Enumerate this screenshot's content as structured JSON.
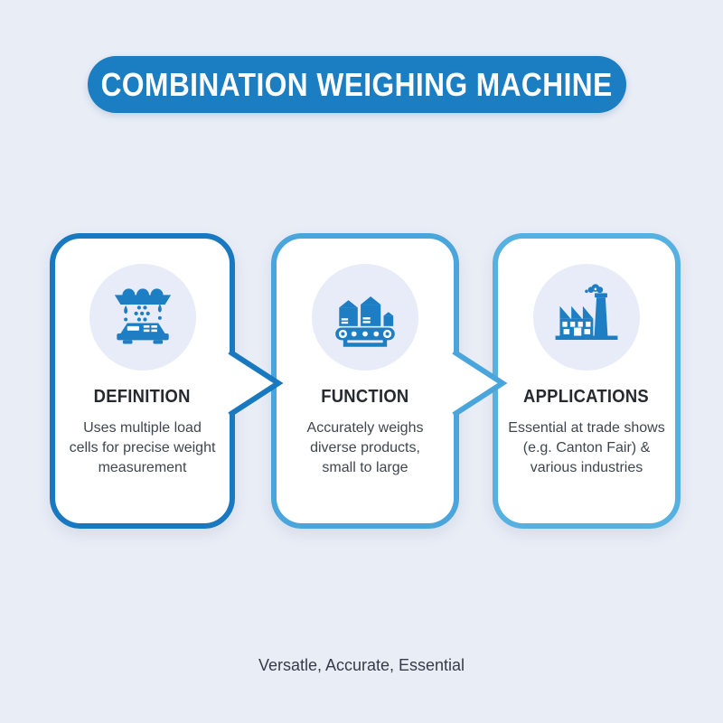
{
  "header": {
    "title": "COMBINATION WEIGHING MACHINE"
  },
  "cards": [
    {
      "title": "DEFINITION",
      "body_lines": [
        "Uses multiple load",
        "cells for precise weight",
        "measurement"
      ],
      "icon": "combination-weigher-icon"
    },
    {
      "title": "FUNCTION",
      "body_lines": [
        "Accurately weighs",
        "diverse products,",
        "small to large"
      ],
      "icon": "conveyor-belt-icon"
    },
    {
      "title": "APPLICATIONS",
      "body_lines": [
        "Essential at trade shows",
        "(e.g. Canton Fair) &",
        "various industries"
      ],
      "icon": "factory-icon"
    }
  ],
  "connectors": [
    {
      "icon": "flow-arrow-right-icon",
      "color": "#1878c0"
    },
    {
      "icon": "flow-arrow-right-icon",
      "color": "#4aa5dc"
    }
  ],
  "footer": {
    "tagline": "Versatle, Accurate, Essential"
  },
  "colors": {
    "background": "#e9edf6",
    "header_pill": "#1b7dc2",
    "header_text": "#ffffff",
    "card_border_definition": "#1878c0",
    "card_border_function": "#4aa5dc",
    "card_border_applications": "#56b0e0",
    "icon_blue": "#1d7ec4",
    "icon_circle_bg": "#e7ecf8",
    "title_text": "#26292e",
    "body_text": "#40464f"
  }
}
